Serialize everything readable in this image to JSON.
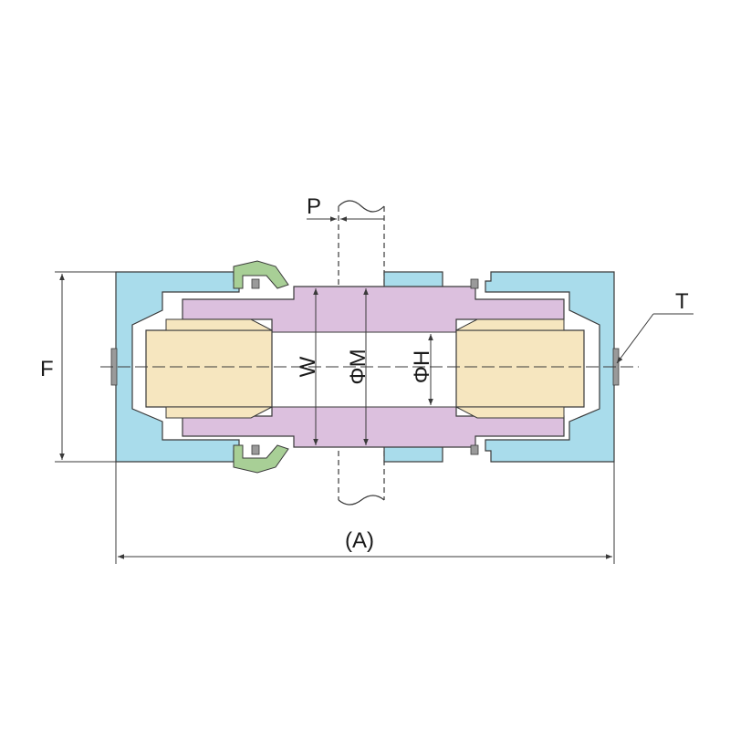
{
  "labels": {
    "p": "P",
    "t": "T",
    "f": "F",
    "a": "(A)",
    "w": "W",
    "m": "ΦM",
    "h": "ΦH"
  },
  "colors": {
    "nut": "#a9dceb",
    "body": "#dcc0de",
    "tube": "#f6e6bf",
    "ring": "#a8cf96",
    "panel": "#ffffff",
    "line": "#3a3a3a"
  }
}
